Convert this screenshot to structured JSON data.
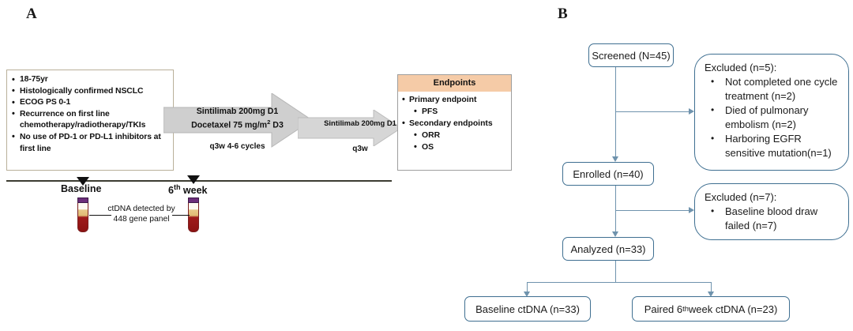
{
  "panels": {
    "a_letter": "A",
    "b_letter": "B"
  },
  "panel_a": {
    "criteria": [
      "18-75yr",
      "Histologically confirmed NSCLC",
      "ECOG PS 0-1",
      "Recurrence on first line chemotherapy/radiotherapy/TKIs",
      "No use of PD-1 or PD-L1 inhibitors at first line"
    ],
    "arrow1": {
      "line1": "Sintilimab 200mg D1",
      "line2_pre": "Docetaxel 75 mg/m",
      "line2_sup": "2",
      "line2_post": " D3",
      "sublabel": "q3w 4-6 cycles"
    },
    "arrow2": {
      "line1": "Sintilimab 200mg D1",
      "sublabel": "q3w"
    },
    "endpoints": {
      "header": "Endpoints",
      "header_color": "#f5cba7",
      "items": [
        {
          "text": "Primary endpoint",
          "level": 0
        },
        {
          "text": "PFS",
          "level": 1
        },
        {
          "text": "Secondary endpoints",
          "level": 0
        },
        {
          "text": "ORR",
          "level": 1
        },
        {
          "text": "OS",
          "level": 1
        }
      ]
    },
    "timeline": {
      "baseline_label": "Baseline",
      "week_label_pre": "6",
      "week_label_sup": "th",
      "week_label_post": " week",
      "note_line1": "ctDNA detected by",
      "note_line2": "448 gene panel"
    }
  },
  "panel_b": {
    "accent_border": "#3f6f91",
    "accent_connector": "#6f93ad",
    "nodes": {
      "screened": "Screened (N=45)",
      "enrolled": "Enrolled (n=40)",
      "analyzed": "Analyzed (n=33)",
      "baseline_ctdna": "Baseline ctDNA (n=33)",
      "paired_pre": "Paired 6",
      "paired_sup": "th",
      "paired_post": " week  ctDNA (n=23)"
    },
    "excluded_1": {
      "title": "Excluded (n=5):",
      "items": [
        "Not completed one cycle treatment (n=2)",
        "Died of pulmonary embolism (n=2)",
        "Harboring EGFR sensitive mutation(n=1)"
      ]
    },
    "excluded_2": {
      "title": "Excluded (n=7):",
      "items": [
        "Baseline blood draw failed (n=7)"
      ]
    }
  }
}
